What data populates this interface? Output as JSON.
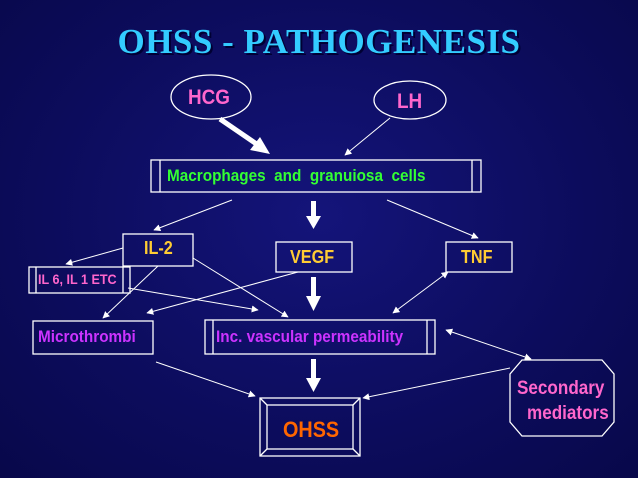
{
  "title": "OHSS - PATHOGENESIS",
  "nodes": {
    "hcg": "HCG",
    "lh": "LH",
    "macrophages": "Macrophages  and  granuiosa  cells",
    "il2": "IL-2",
    "vegf": "VEGF",
    "tnf": "TNF",
    "il6": "IL 6, IL 1 ETC",
    "microthrombi": "Microthrombi",
    "vascular": "Inc. vascular permeability",
    "secondary_line1": "Secondary",
    "secondary_line2": "mediators",
    "ohss": "OHSS"
  },
  "colors": {
    "background": "#0c0c5c",
    "title": "#33ccff",
    "pink": "#ff66cc",
    "green": "#33ff33",
    "yellow": "#ffcc33",
    "magenta": "#cc33ff",
    "orange": "#ff6600"
  }
}
